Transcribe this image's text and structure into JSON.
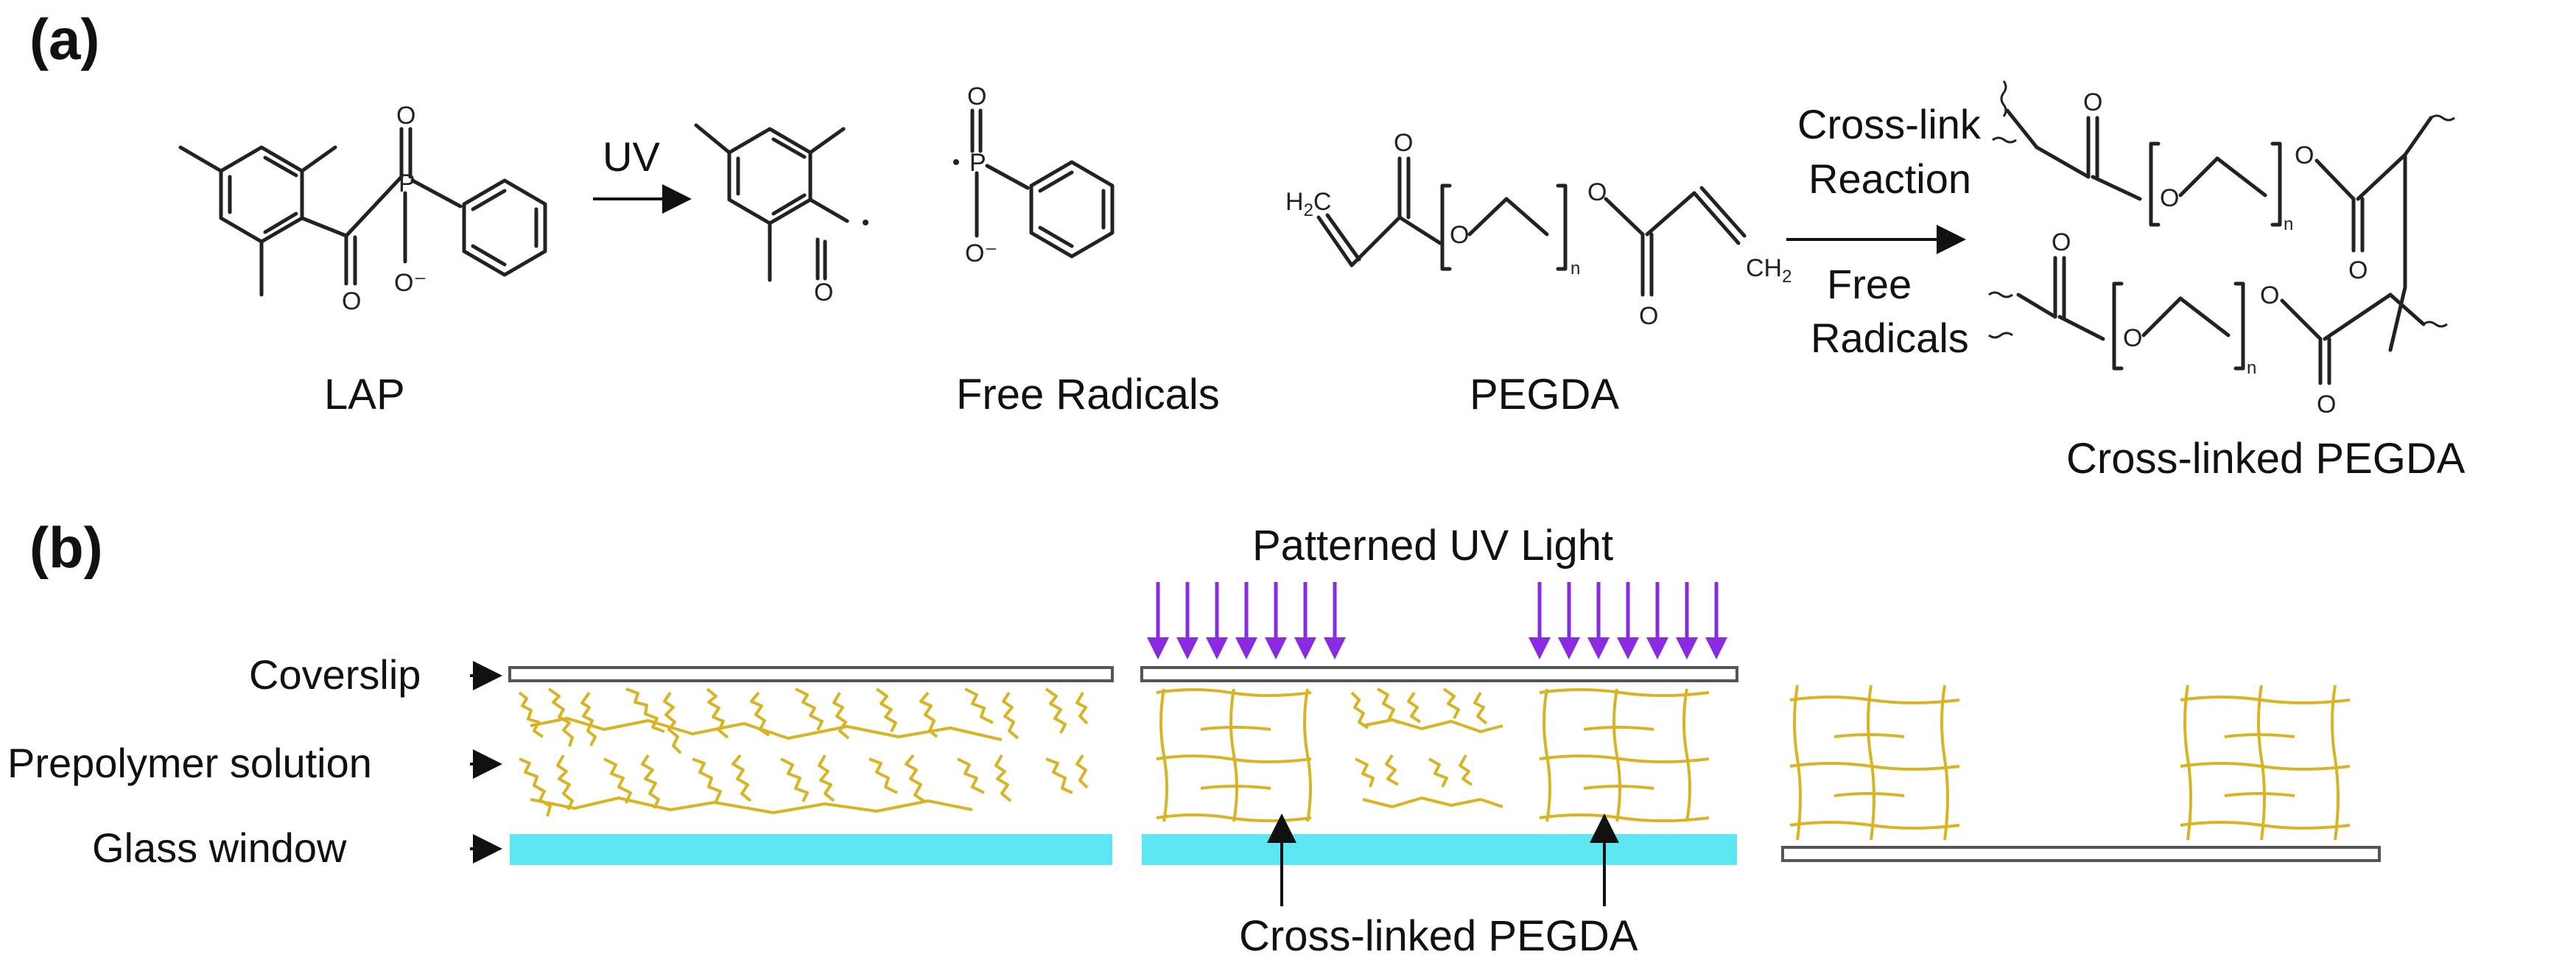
{
  "panels": {
    "a": "(a)",
    "b": "(b)"
  },
  "reaction": {
    "lap_label": "LAP",
    "uv_label": "UV",
    "free_radicals_label": "Free Radicals",
    "pegda_label": "PEGDA",
    "crosslink_top_1": "Cross-link",
    "crosslink_top_2": "Reaction",
    "crosslink_bottom_1": "Free",
    "crosslink_bottom_2": "Radicals",
    "crosslinked_label": "Cross-linked PEGDA"
  },
  "atoms": {
    "oxygen": "O",
    "oxygen_minus": "O⁻",
    "phosphorus": "P",
    "ch2": "CH",
    "ch2_sub": "2",
    "h2c": "H",
    "h2c_sub": "2",
    "h2c_c": "C",
    "n": "n"
  },
  "process": {
    "coverslip_label": "Coverslip",
    "prepolymer_label": "Prepolymer solution",
    "glass_label": "Glass window",
    "uv_light_label": "Patterned UV Light",
    "crosslinked_label": "Cross-linked PEGDA"
  },
  "colors": {
    "glass": "#5ee6f2",
    "polymer": "#d8b424",
    "uv_arrow": "#8a2be2",
    "coverslip_fill": "#ffffff",
    "coverslip_stroke": "#555555"
  }
}
